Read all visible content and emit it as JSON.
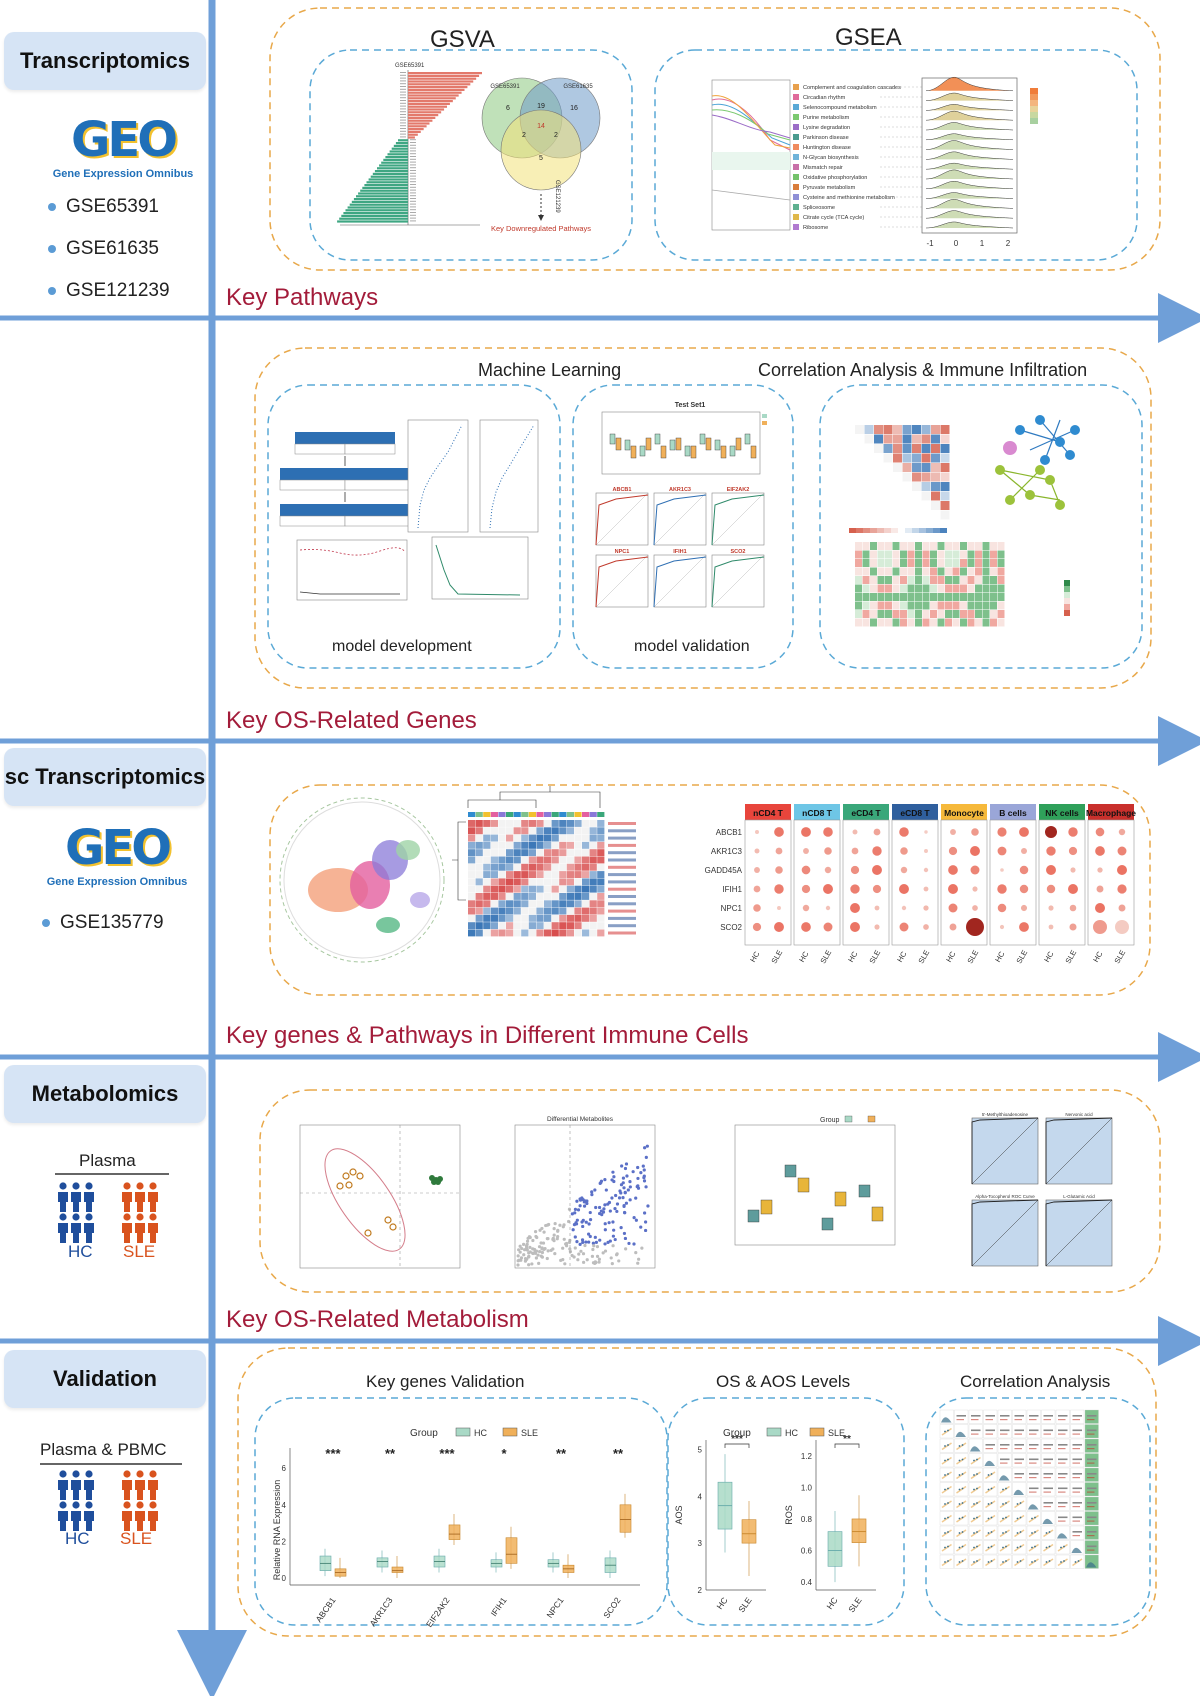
{
  "colors": {
    "arrow": "#6f9fd8",
    "tab_bg": "#d6e4f5",
    "outer_dash": "#e8a84a",
    "inner_dash": "#5aa9d6",
    "stage_label": "#a31c3a",
    "hc": "#1f4e9c",
    "sle": "#d9531e",
    "box_hc": "#a9d9c6",
    "box_sle": "#f0b05a"
  },
  "sidebar": {
    "sections": [
      {
        "title": "Transcriptomics"
      },
      {
        "title": "sc Transcriptomics"
      },
      {
        "title": "Metabolomics"
      },
      {
        "title": "Validation"
      }
    ],
    "geo": {
      "word": "GEO",
      "subtitle": "Gene Expression Omnibus"
    },
    "datasets_bulk": [
      "GSE65391",
      "GSE61635",
      "GSE121239"
    ],
    "datasets_sc": [
      "GSE135779"
    ],
    "metabolomics_group": {
      "title": "Plasma",
      "hc": "HC",
      "sle": "SLE"
    },
    "validation_group": {
      "title": "Plasma & PBMC",
      "hc": "HC",
      "sle": "SLE"
    }
  },
  "stages": [
    "Key Pathways",
    "Key OS-Related Genes",
    "Key genes & Pathways in Different Immune Cells",
    "Key OS-Related Metabolism"
  ],
  "pathways": {
    "gsva_title": "GSVA",
    "gsea_title": "GSEA",
    "venn": {
      "sets": [
        "GSE65391",
        "GSE61635",
        "GSE121239"
      ],
      "regions": [
        "6",
        "19",
        "16",
        "14",
        "2",
        "2",
        "5"
      ],
      "caption": "Key Downregulated Pathways"
    },
    "gsea_terms": [
      "Complement and coagulation cascades",
      "Circadian rhythm",
      "Selenocompound metabolism",
      "Purine metabolism",
      "Lysine degradation",
      "Parkinson disease",
      "Huntington disease",
      "N-Glycan biosynthesis",
      "Mismatch repair",
      "Oxidative phosphorylation",
      "Pyruvate metabolism",
      "Cysteine and methionine metabolism",
      "Spliceosome",
      "Citrate cycle (TCA cycle)",
      "Ribosome"
    ],
    "ridge_ticks": [
      "-1",
      "0",
      "1",
      "2"
    ]
  },
  "genes_panel": {
    "ml_title": "Machine Learning",
    "corr_title": "Correlation Analysis & Immune Infiltration",
    "model_dev": "model development",
    "model_val": "model validation",
    "test_set": "Test Set1",
    "rf_title": "rf_ntree",
    "dl_title": "DL_network_structure",
    "roc_genes": [
      "ABCB1",
      "AKR1C3",
      "EIF2AK2",
      "NPC1",
      "IFIH1",
      "SCO2"
    ]
  },
  "immune_cells": {
    "cell_types": [
      "nCD4 T",
      "nCD8 T",
      "eCD4 T",
      "eCD8 T",
      "Monocyte",
      "B cells",
      "NK cells",
      "Macrophage"
    ],
    "cell_colors": [
      "#e8453c",
      "#6ec6e6",
      "#3aa77a",
      "#2f5f9e",
      "#f6b93b",
      "#9aa6d8",
      "#2fa05a",
      "#c9302c"
    ],
    "genes": [
      "ABCB1",
      "AKR1C3",
      "GADD45A",
      "IFIH1",
      "NPC1",
      "SCO2"
    ],
    "groups": [
      "HC",
      "SLE"
    ]
  },
  "metabolomics": {
    "pca_title": "Scores(PCA)",
    "volcano_title": "Differential Metabolites",
    "box_legend_title": "Group",
    "roc_titles": [
      "5'-Methylthioadenosine",
      "Nervonic acid",
      "Alpha-Tocopherol ROC Curve",
      "L-Glutamic Acid"
    ]
  },
  "validation": {
    "key_genes_title": "Key genes Validation",
    "os_title": "OS & AOS Levels",
    "corr_title": "Correlation Analysis",
    "legend_title": "Group",
    "legend_hc": "HC",
    "legend_sle": "SLE",
    "ylabel": "Relative RNA Expression",
    "genes": [
      "ABCB1",
      "AKR1C3",
      "EIF2AK2",
      "IFIH1",
      "NPC1",
      "SCO2"
    ],
    "significance": [
      "***",
      "**",
      "***",
      "*",
      "**",
      "**"
    ],
    "aos": {
      "ylabel": "AOS",
      "sig": "***",
      "ticks": [
        "2",
        "3",
        "4",
        "5"
      ]
    },
    "ros": {
      "ylabel": "ROS",
      "sig": "**",
      "ticks": [
        "0.4",
        "0.6",
        "0.8",
        "1.0",
        "1.2"
      ]
    },
    "yticks": [
      "0",
      "2",
      "4",
      "6"
    ],
    "xgroups": [
      "HC",
      "SLE"
    ]
  }
}
